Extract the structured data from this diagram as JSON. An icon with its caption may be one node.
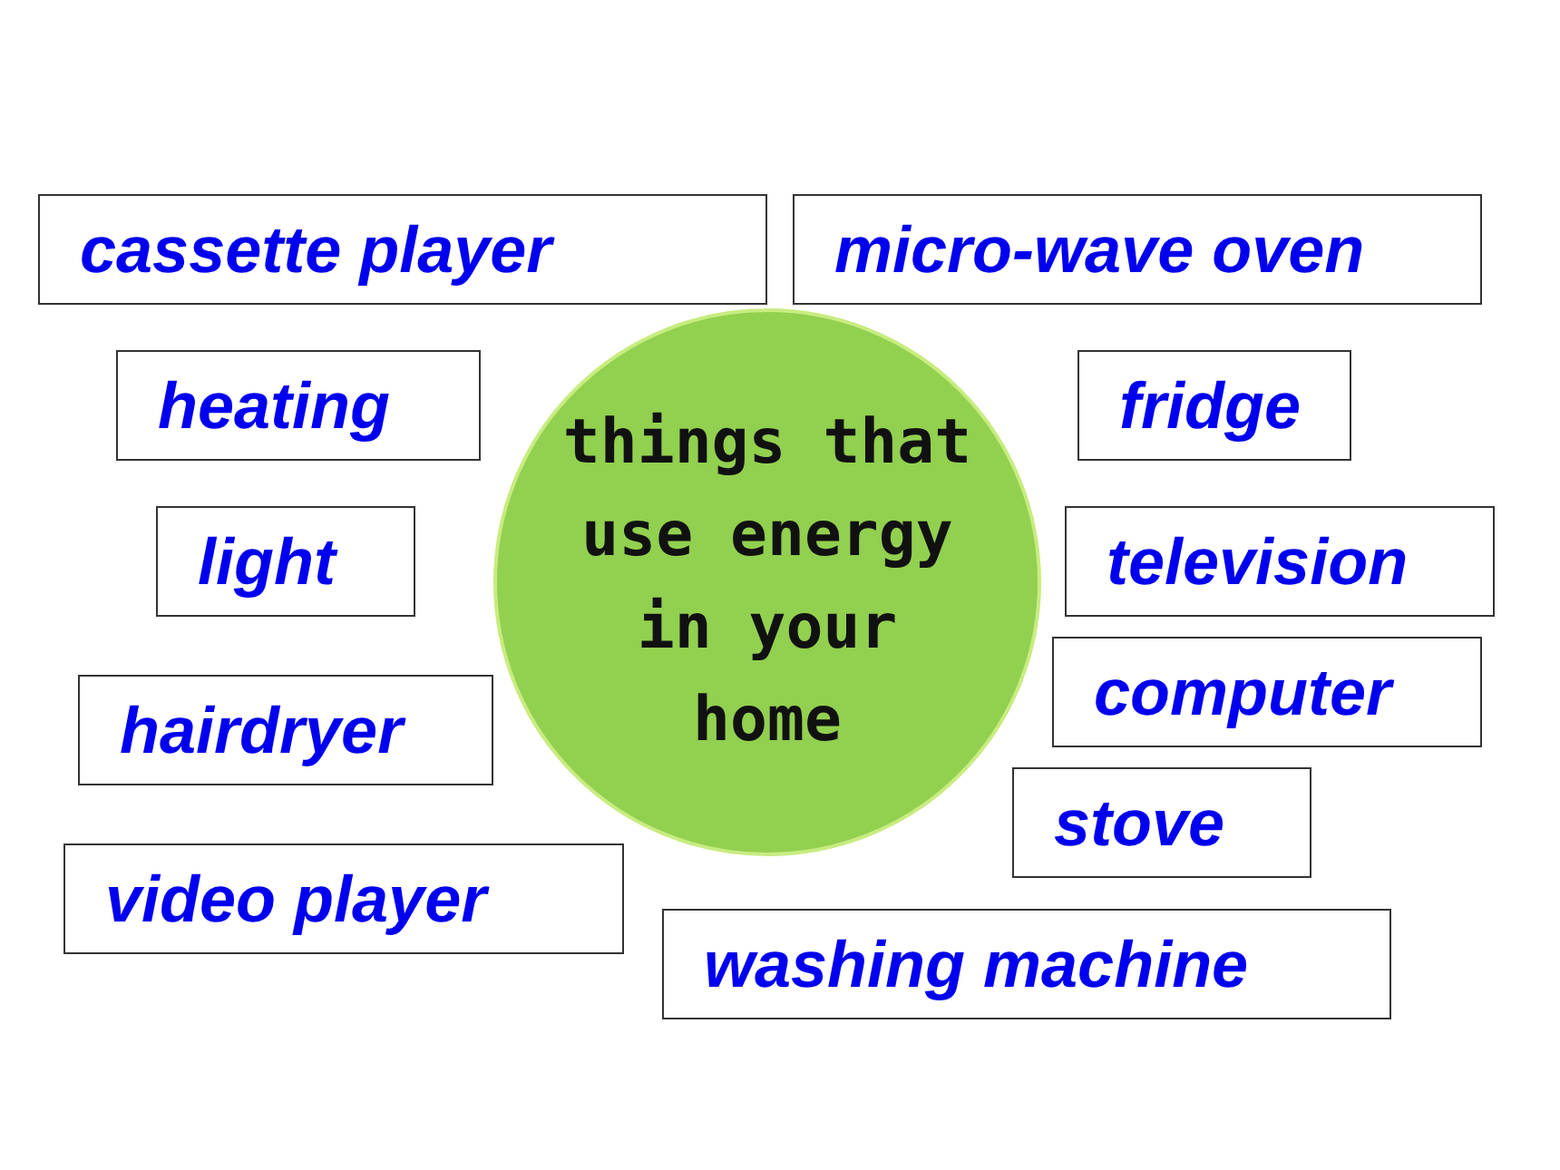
{
  "diagram": {
    "nodes": [
      {
        "text": [
          "cassette player"
        ]
      },
      {
        "text": [
          "micro-wave oven"
        ]
      },
      {
        "text": [
          "heating"
        ]
      },
      {
        "text": [
          "things that use energy in your home"
        ]
      },
      {
        "text": [
          "fridge"
        ]
      },
      {
        "text": [
          "light"
        ]
      },
      {
        "text": [
          "television"
        ]
      },
      {
        "text": [
          "hairdryer"
        ]
      },
      {
        "text": [
          "computer"
        ]
      },
      {
        "text": [
          "stove"
        ]
      },
      {
        "text": [
          "video player"
        ]
      },
      {
        "text": [
          "washing machine"
        ]
      }
    ]
  }
}
